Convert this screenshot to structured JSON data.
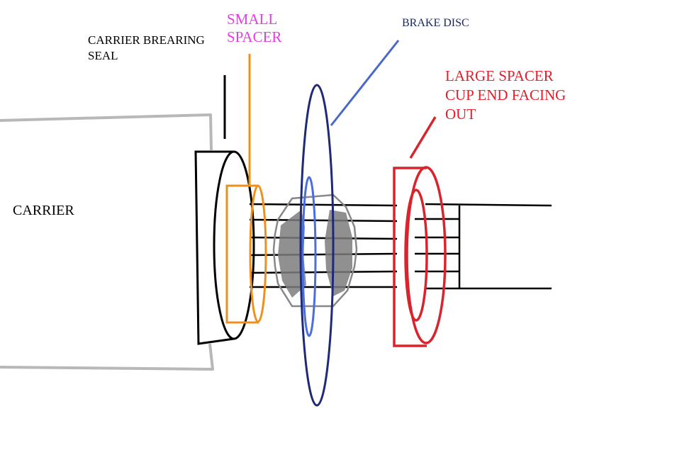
{
  "labels": {
    "carrier": "CARRIER",
    "seal_line1": "CARRIER BREARING",
    "seal_line2": "SEAL",
    "small_spacer_line1": "SMALL",
    "small_spacer_line2": "SPACER",
    "brake_disc": "BRAKE DISC",
    "large_spacer_line1": "LARGE SPACER",
    "large_spacer_line2": "CUP END FACING",
    "large_spacer_line3": "OUT"
  },
  "colors": {
    "background": "#ffffff",
    "carrier_outline": "#b8b8b8",
    "seal": "#000000",
    "small_spacer": "#f0901c",
    "small_spacer_label": "#e040e0",
    "brake_disc_outer": "#1e2a78",
    "brake_disc_inner": "#4a6ee0",
    "brake_disc_leader": "#4a68c8",
    "hub": "#888888",
    "large_spacer": "#d8242c",
    "large_spacer_label": "#e0202a",
    "text": "#000000",
    "brake_disc_label": "#1a2a60"
  }
}
